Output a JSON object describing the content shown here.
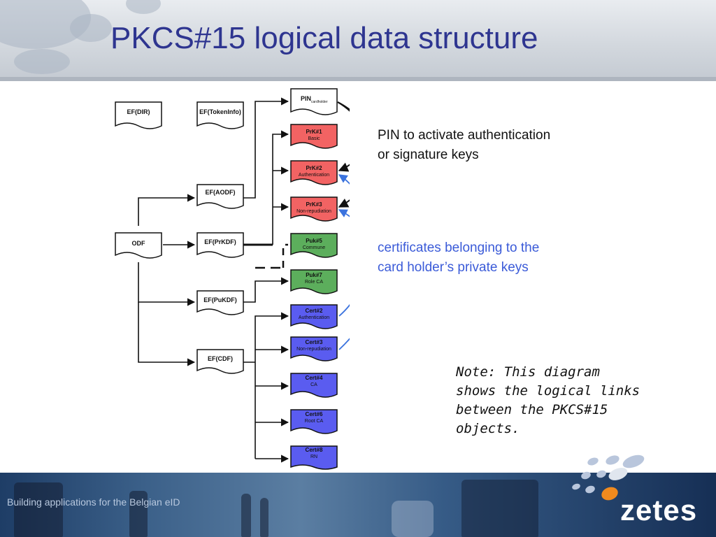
{
  "title": "PKCS#15 logical data structure",
  "colors": {
    "title": "#2e3590",
    "prk": "#f26363",
    "puk": "#5cae5c",
    "cert": "#5a5cf0",
    "arrow_pin": "#111111",
    "arrow_cert": "#3b73de",
    "cert_text": "#3b5bd8"
  },
  "nodes": {
    "ef_dir": "EF(DIR)",
    "ef_tokeninfo": "EF(TokenInfo)",
    "odf": "ODF",
    "ef_aodf": "EF(AODF)",
    "ef_prkdf": "EF(PrKDF)",
    "ef_pukdf": "EF(PuKDF)",
    "ef_cdf": "EF(CDF)",
    "pin": {
      "title": "PIN",
      "sub": "cardholder"
    },
    "prk1": {
      "title": "PrK#1",
      "sub": "Basic"
    },
    "prk2": {
      "title": "PrK#2",
      "sub": "Authentication"
    },
    "prk3": {
      "title": "PrK#3",
      "sub": "Non-repudiation"
    },
    "puk5": {
      "title": "Puk#5",
      "sub": "Commune"
    },
    "puk7": {
      "title": "Puk#7",
      "sub": "Role CA"
    },
    "cert2": {
      "title": "Cert#2",
      "sub": "Authentication"
    },
    "cert3": {
      "title": "Cert#3",
      "sub": "Non-repudiation"
    },
    "cert4": {
      "title": "Cert#4",
      "sub": "CA"
    },
    "cert6": {
      "title": "Cert#6",
      "sub": "Root CA"
    },
    "cert8": {
      "title": "Cert#8",
      "sub": "RN"
    }
  },
  "annotations": {
    "pin": "PIN to activate authentication\nor signature keys",
    "certificates": "certificates belonging to the\ncard holder’s private keys",
    "note": "Note: This diagram\nshows the logical links\nbetween the PKCS#15\nobjects."
  },
  "footer": {
    "text": "Building applications for the Belgian eID",
    "logo": "zetes"
  }
}
